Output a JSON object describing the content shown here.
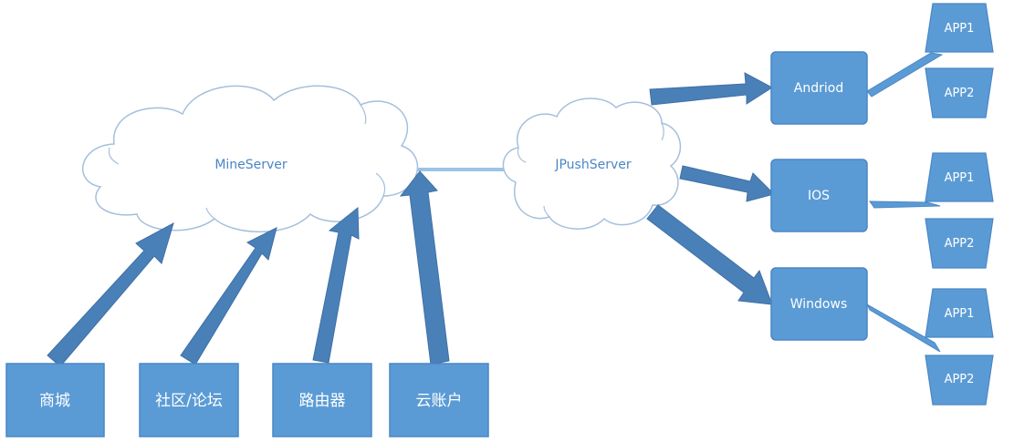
{
  "colors": {
    "box_fill": "#5b9bd5",
    "box_stroke": "#4a86c5",
    "arrow_fill": "#4a80b8",
    "arrow_stroke": "#3f70a5",
    "cloud_stroke": "#a5bfdc",
    "cloud_fill": "#ffffff",
    "link": "#9dc3e6"
  },
  "clouds": {
    "mine": "MineServer",
    "jpush": "JPushServer"
  },
  "sources": [
    "商城",
    "社区/论坛",
    "路由器",
    "云账户"
  ],
  "platforms": {
    "android": "Andriod",
    "ios": "IOS",
    "windows": "Windows"
  },
  "apps": {
    "android_app1": "APP1",
    "android_app2": "APP2",
    "ios_app1": "APP1",
    "ios_app2": "APP2",
    "windows_app1": "APP1",
    "windows_app2": "APP2"
  }
}
